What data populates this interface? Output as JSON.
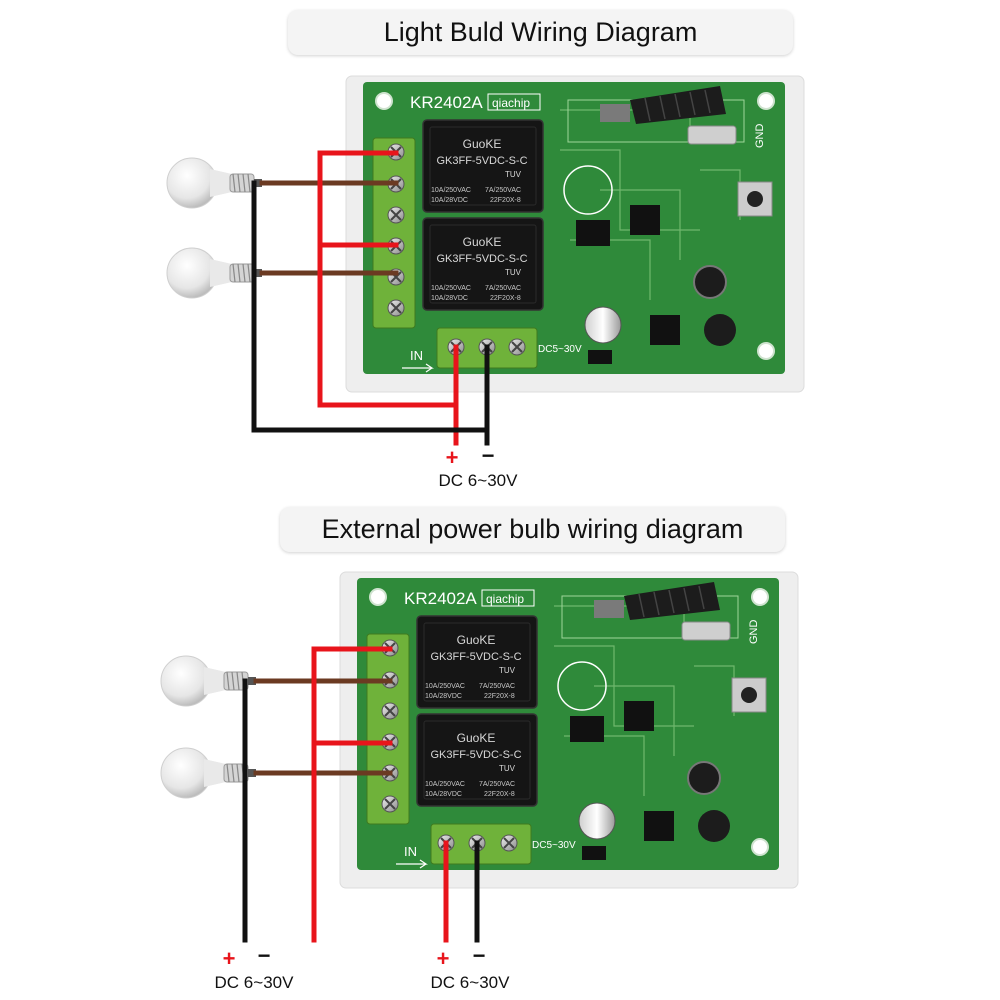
{
  "diagram1": {
    "title": "Light Buld Wiring Diagram",
    "board": {
      "model": "KR2402A",
      "brand": "qiachip",
      "relay_brand": "GuoKE",
      "relay_model": "GK3FF-5VDC-S-C",
      "relay_cert": "TUV",
      "relay_rating_1": "10A/250VAC",
      "relay_rating_2": "10A/28VDC",
      "relay_rating_3": "7A/250VAC",
      "relay_rating_4": "22F20X-8",
      "input_label": "IN",
      "dc_label": "DC5~30V",
      "gnd_label": "GND"
    },
    "plus": "+",
    "minus": "−",
    "supply": "DC 6~30V"
  },
  "diagram2": {
    "title": "External power bulb wiring diagram",
    "board": {
      "model": "KR2402A",
      "brand": "qiachip",
      "relay_brand": "GuoKE",
      "relay_model": "GK3FF-5VDC-S-C",
      "relay_cert": "TUV",
      "relay_rating_1": "10A/250VAC",
      "relay_rating_2": "10A/28VDC",
      "relay_rating_3": "7A/250VAC",
      "relay_rating_4": "22F20X-8",
      "input_label": "IN",
      "dc_label": "DC5~30V",
      "gnd_label": "GND"
    },
    "ext_plus": "+",
    "ext_minus": "−",
    "ext_supply": "DC 6~30V",
    "plus": "+",
    "minus": "−",
    "supply": "DC 6~30V"
  },
  "colors": {
    "wire_positive": "#e8141b",
    "wire_negative": "#111111",
    "wire_load": "#6b3a22",
    "pcb": "#2f8a3a",
    "terminal": "#6fb23a",
    "relay": "#151515"
  }
}
